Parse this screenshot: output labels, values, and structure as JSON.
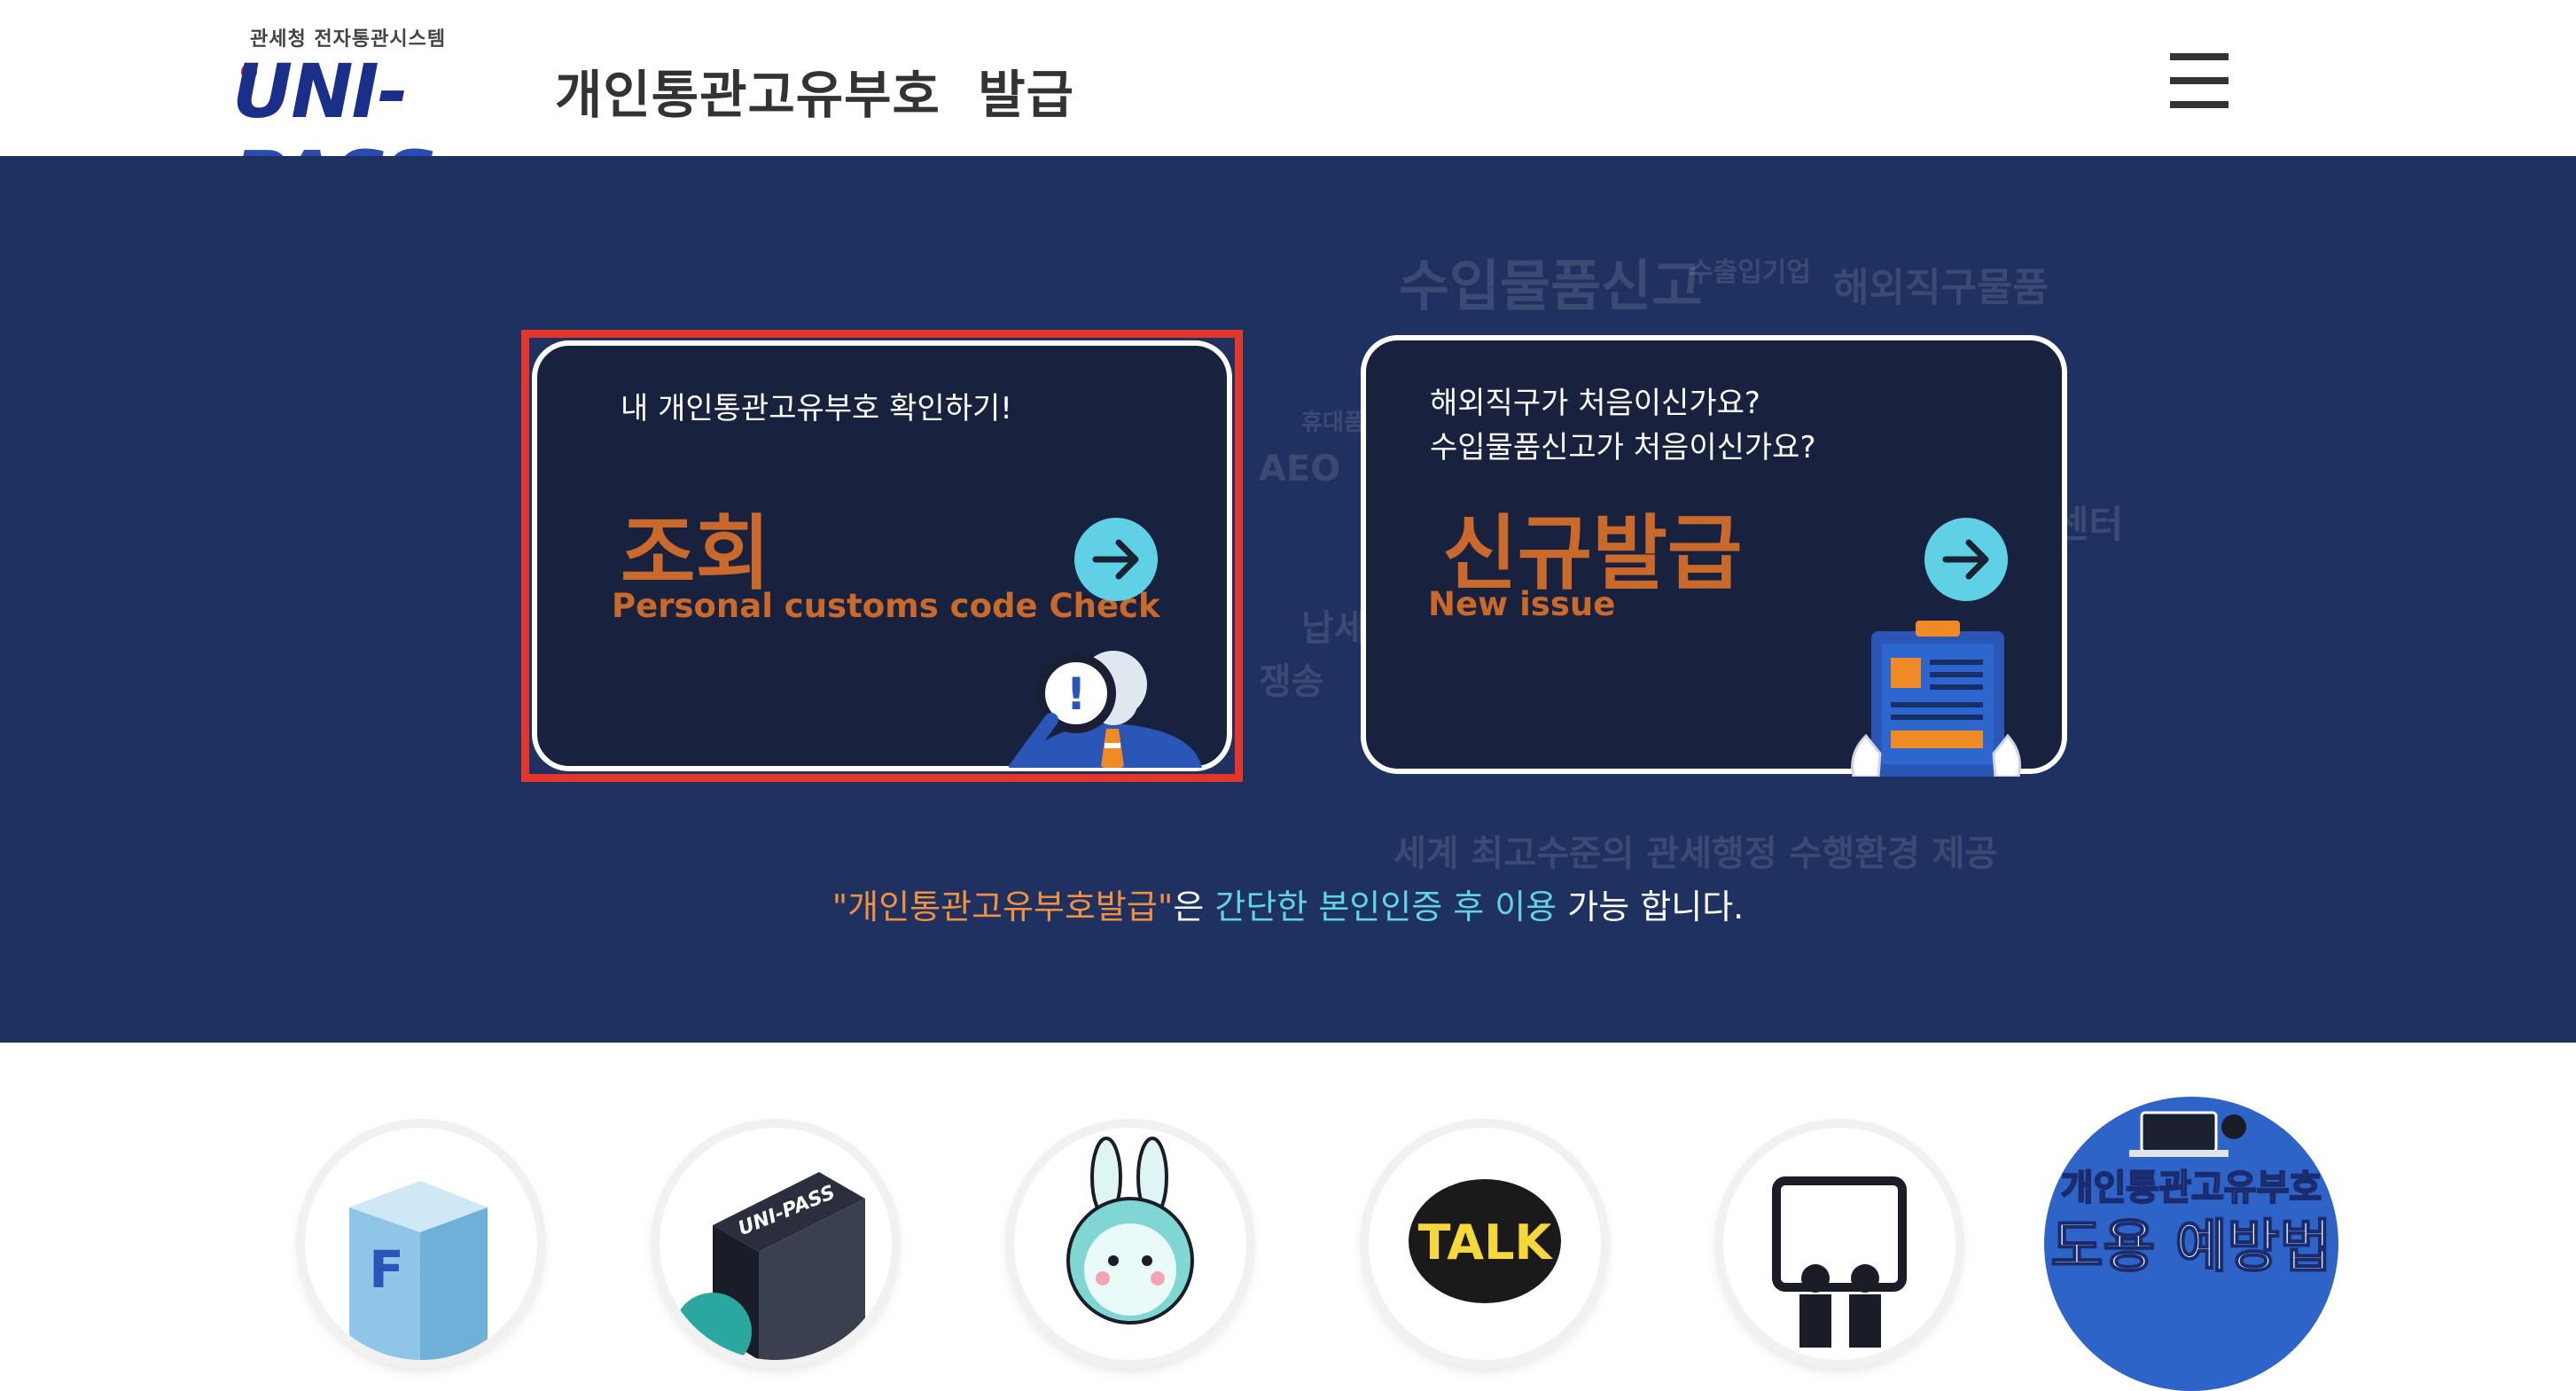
{
  "header": {
    "logo_top_text": "관세청 전자통관시스템",
    "logo_main_text_uni": "UNI-",
    "logo_main_text_pass": "PASS",
    "site_title": "개인통관고유부호  발급",
    "menu_icon": "hamburger-menu-icon"
  },
  "hero": {
    "background_words": [
      "수입물품신고",
      "수출입기업",
      "해외직구물품",
      "AEO",
      "휴대품",
      "납세",
      "쟁송",
      "센터",
      "세계 최고수준의 관세행정 수행환경 제공"
    ],
    "lookup_card": {
      "subtitle": "내 개인통관고유부호 확인하기!",
      "title": "조회",
      "english": "Personal customs code Check",
      "arrow_icon": "arrow-right-icon",
      "illustration": "magnifier-person-icon"
    },
    "new_card": {
      "subtitle_line1": "해외직구가 처음이신가요?",
      "subtitle_line2": "수입물품신고가 처음이신가요?",
      "title": "신규발급",
      "english": "New issue",
      "arrow_icon": "arrow-right-icon",
      "illustration": "clipboard-document-icon"
    },
    "notice": {
      "part1": "\"개인통관고유부호발급\"",
      "part2": "은 ",
      "part3": "간단한 본인인증 후 이용",
      "part4": " 가능 합니다."
    }
  },
  "bottom": {
    "icons": [
      {
        "name": "faq-cube-icon",
        "text": "F"
      },
      {
        "name": "unipass-book-icon",
        "text": "UNI-PASS"
      },
      {
        "name": "rabbit-mascot-icon",
        "text": ""
      },
      {
        "name": "kakao-talk-icon",
        "text": "TALK"
      },
      {
        "name": "presentation-board-icon",
        "text": ""
      }
    ],
    "banner": {
      "line1": "개인통관고유부호",
      "line2": "도용 예방법"
    }
  },
  "colors": {
    "header_bg": "#ffffff",
    "hero_bg": "#1f3160",
    "card_bg": "#18223e",
    "orange": "#c9692b",
    "cyan": "#5fd0e6",
    "highlight": "#e2372a"
  }
}
